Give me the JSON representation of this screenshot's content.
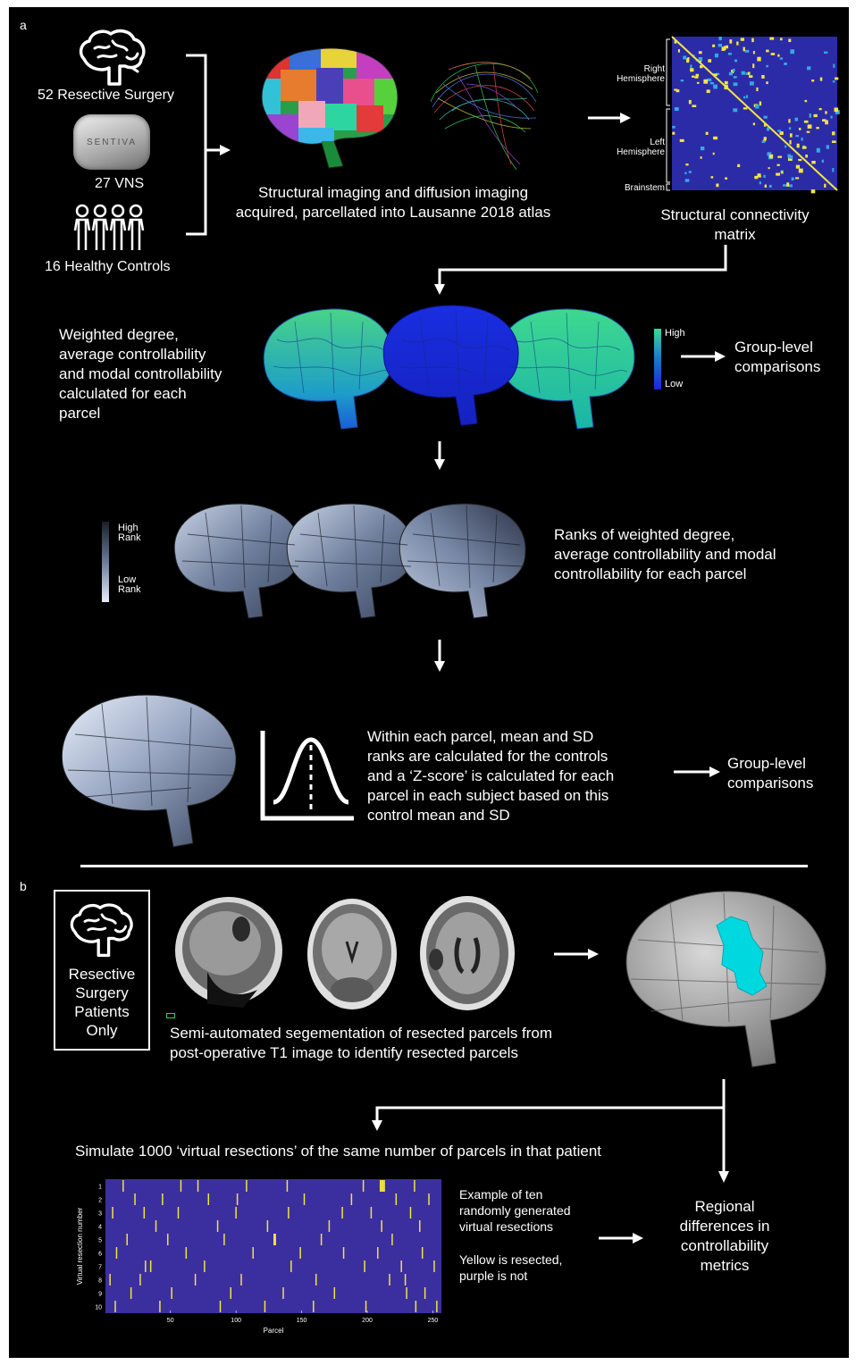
{
  "panel_a": {
    "label": "a",
    "groups": {
      "resective": "52 Resective Surgery",
      "device_brand": "SENTIVA",
      "vns": "27 VNS",
      "controls": "16 Healthy Controls"
    },
    "imaging_text": [
      "Structural imaging and diffusion imaging",
      "acquired, parcellated into Lausanne 2018 atlas"
    ],
    "matrix": {
      "right_label": [
        "Right",
        "Hemisphere"
      ],
      "left_label": [
        "Left",
        "Hemisphere"
      ],
      "brainstem_label": "Brainstem",
      "caption": [
        "Structural connectivity",
        "matrix"
      ]
    },
    "metrics_text": [
      "Weighted degree,",
      "average controllability",
      "and modal controllability",
      "calculated for each",
      "parcel"
    ],
    "colorbar": {
      "high": "High",
      "low": "Low"
    },
    "group_level_1": [
      "Group-level",
      "comparisons"
    ],
    "rank_colorbar": {
      "high": [
        "High",
        "Rank"
      ],
      "low": [
        "Low",
        "Rank"
      ]
    },
    "ranks_text": [
      "Ranks of weighted degree,",
      "average controllability and modal",
      "controllability for each parcel"
    ],
    "zscore_text": [
      "Within each parcel, mean and SD",
      "ranks are calculated for the controls",
      "and a ‘Z-score’ is calculated for each",
      "parcel in each subject based on this",
      "control mean and SD"
    ],
    "group_level_2": [
      "Group-level",
      "comparisons"
    ]
  },
  "panel_b": {
    "label": "b",
    "box_text": [
      "Resective",
      "Surgery",
      "Patients",
      "Only"
    ],
    "segmentation_text": [
      "Semi-automated segementation of resected parcels from",
      "post-operative T1 image to identify resected parcels"
    ],
    "simulate_text": "Simulate 1000 ‘virtual resections’ of the same number of parcels in that patient",
    "example_text": [
      "Example of ten",
      "randomly generated",
      "virtual resections"
    ],
    "legend_text": [
      "Yellow is resected,",
      "purple is not"
    ],
    "regional_text": [
      "Regional",
      "differences in",
      "controllability",
      "metrics"
    ]
  },
  "chart_data": {
    "type": "heatmap",
    "title": "",
    "xlabel": "Parcel",
    "ylabel": "Virtual resection number",
    "xticks": [
      50,
      100,
      150,
      200,
      250
    ],
    "yticks": [
      1,
      2,
      3,
      4,
      5,
      6,
      7,
      8,
      9,
      10
    ],
    "xlim": [
      1,
      256
    ],
    "ylim": [
      1,
      10
    ],
    "colors": {
      "resected": "#f5e63c",
      "not_resected": "#3b2fa0"
    },
    "resected_parcels": [
      [
        14,
        58,
        71,
        108,
        139,
        197,
        210,
        211,
        212,
        213,
        236
      ],
      [
        23,
        44,
        79,
        101,
        152,
        188,
        222,
        247
      ],
      [
        6,
        30,
        56,
        100,
        140,
        181,
        203,
        233
      ],
      [
        39,
        86,
        124,
        171,
        211,
        240
      ],
      [
        17,
        48,
        91,
        129,
        130,
        165,
        219
      ],
      [
        9,
        62,
        113,
        149,
        182,
        208,
        242
      ],
      [
        31,
        35,
        76,
        142,
        198,
        226,
        251
      ],
      [
        4,
        27,
        69,
        104,
        161,
        217,
        229
      ],
      [
        20,
        51,
        96,
        136,
        175,
        230,
        244
      ],
      [
        8,
        42,
        88,
        122,
        159,
        199,
        237,
        253
      ]
    ]
  }
}
